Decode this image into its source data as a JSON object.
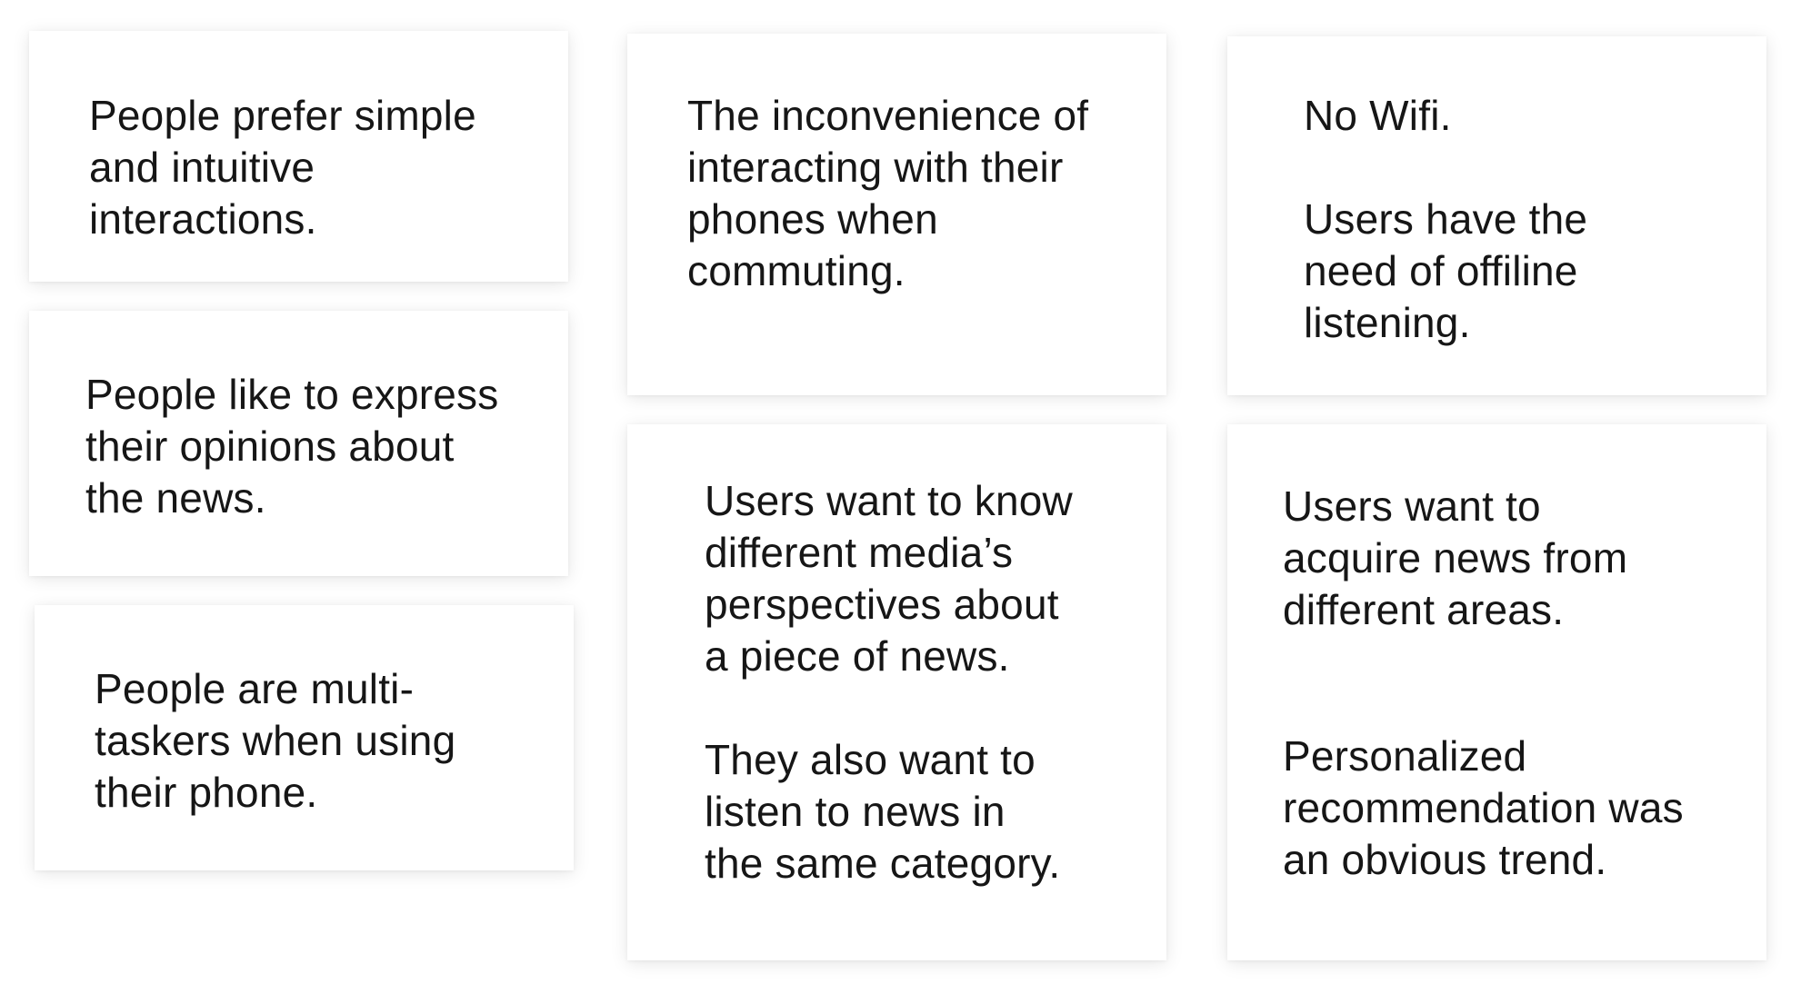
{
  "cards": [
    {
      "id": "simple-interactions",
      "paragraphs": [
        "People prefer simple\nand intuitive\ninteractions."
      ]
    },
    {
      "id": "express-opinions",
      "paragraphs": [
        "People like to express\ntheir opinions about\nthe news."
      ]
    },
    {
      "id": "multi-taskers",
      "paragraphs": [
        "People are multi-\ntaskers when using\ntheir phone."
      ]
    },
    {
      "id": "commute-inconvenience",
      "paragraphs": [
        "The inconvenience of\ninteracting with their\nphones when\ncommuting."
      ]
    },
    {
      "id": "media-perspectives",
      "paragraphs": [
        "Users want to know\ndifferent media’s\nperspectives about\na piece of news.",
        "They also want to\nlisten to news in\nthe same category."
      ]
    },
    {
      "id": "offline-listening",
      "paragraphs": [
        "No Wifi.",
        "Users have the\nneed of offiline\nlistening."
      ]
    },
    {
      "id": "different-areas",
      "paragraphs": [
        "Users want to\nacquire news from\ndifferent areas.",
        "Personalized\nrecommendation was\nan obvious trend."
      ]
    }
  ]
}
